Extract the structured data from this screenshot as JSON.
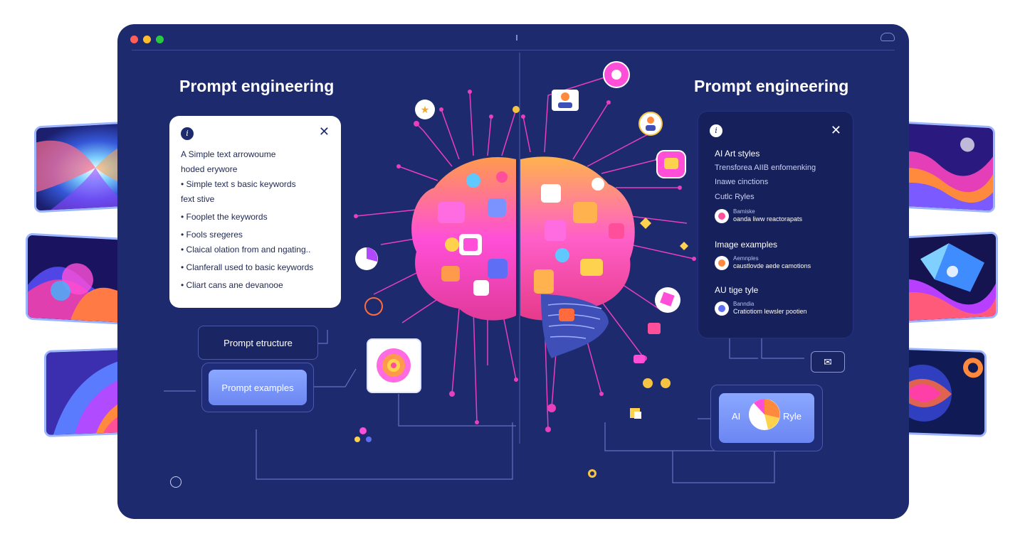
{
  "window": {
    "title_left": "Prompt engineering",
    "title_right": "Prompt engineering"
  },
  "left_card": {
    "items": [
      "A Simple text arrowoume",
      "hoded erywore",
      "•  Simple text s basic keywords",
      "fext stive",
      "•  Fooplet the keywords",
      "•  Fools sregeres",
      "•  Claical olation from and ngating..",
      "•  Clanferall used to basic keywords",
      "•  Cliart cans ane devanooe"
    ]
  },
  "right_card": {
    "section1_title": "AI Art styles",
    "section1_line1": "Trensforea AIIB enfomenking",
    "section1_line2": "Inawe cinctions",
    "section1_line3": "Cutlc Ryles",
    "section1_mini_a": "Bamiske",
    "section1_mini_b": "oanda liww reactorapats",
    "section2_title": "Image examples",
    "section2_mini_a": "Aemnples",
    "section2_mini_b": "caustlovde aede camotions",
    "section3_title": "AU tige tyle",
    "section3_mini_a": "Banndia",
    "section3_mini_b": "Cratiotiom lewsler pootien"
  },
  "buttons": {
    "prompt_structure": "Prompt etructure",
    "prompt_examples": "Prompt examples",
    "ai_left": "AI",
    "ai_right": "Ryle"
  },
  "colors": {
    "window_bg": "#1d2a6e",
    "accent_pink": "#e83fb8",
    "accent_magenta": "#ff4fd8",
    "accent_blue": "#7b93ff"
  }
}
